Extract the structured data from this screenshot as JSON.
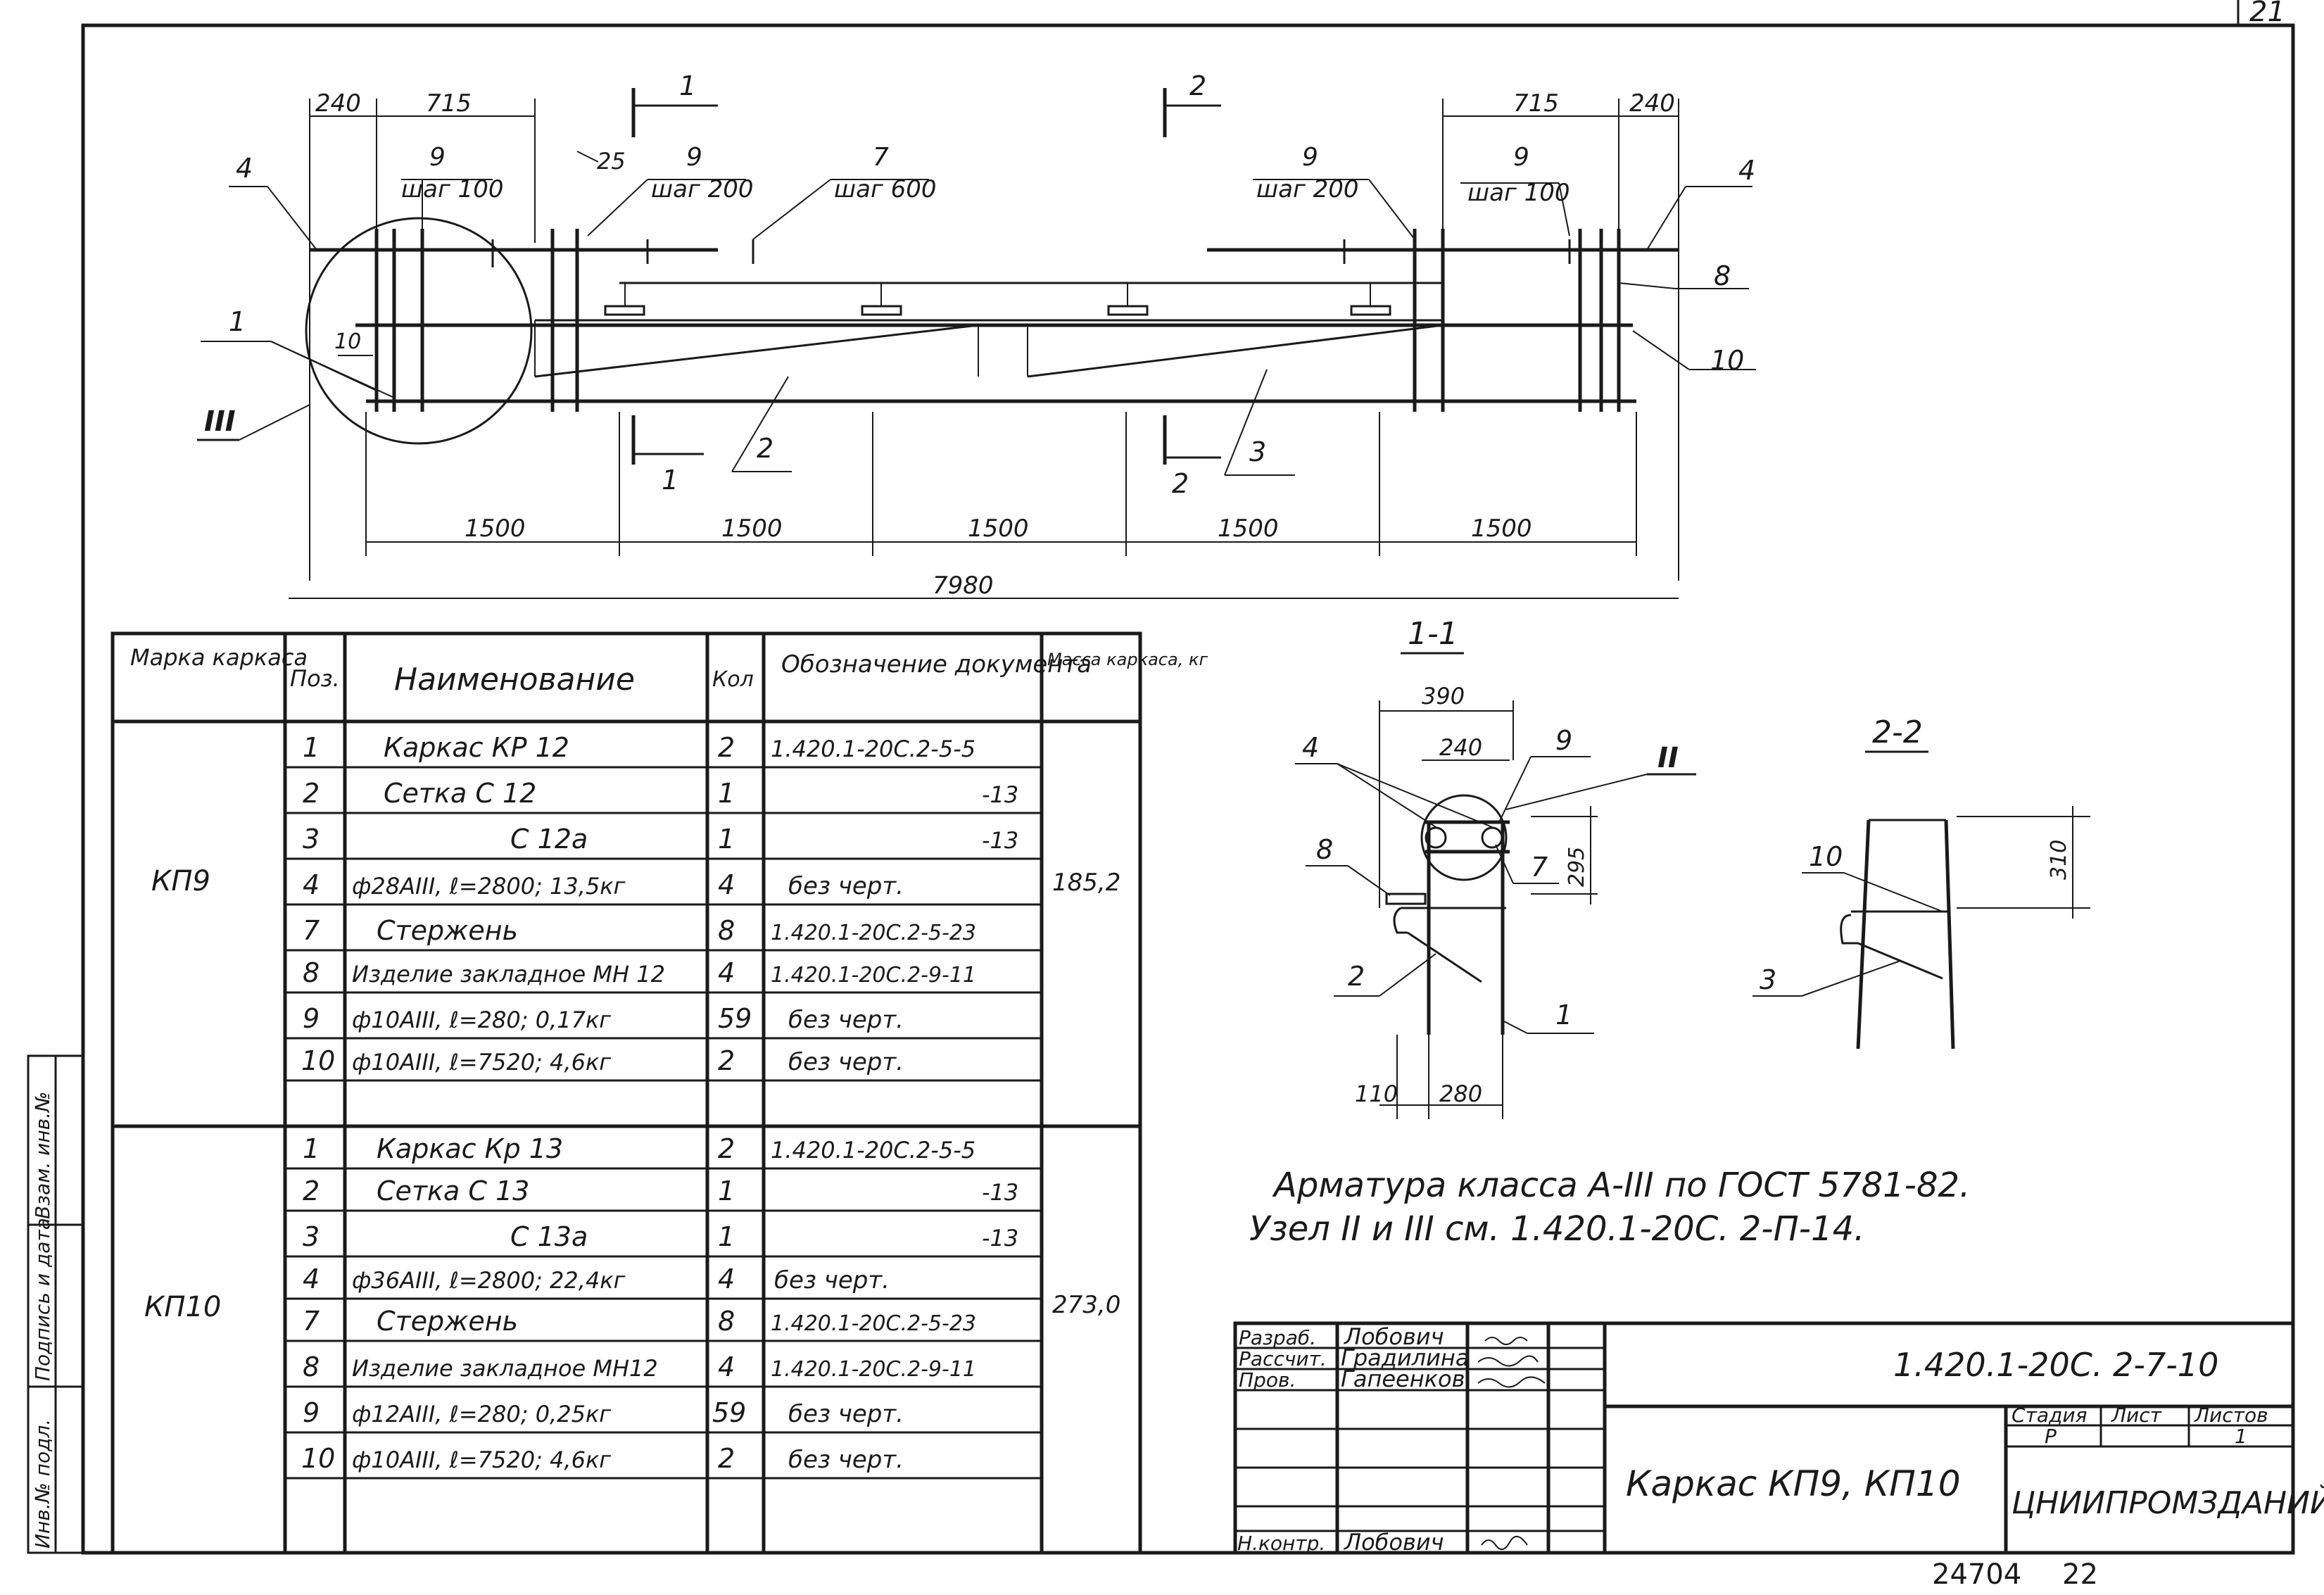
{
  "sheet": {
    "number": "21",
    "bottom_stamp": "24704",
    "bottom_stamp_page": "22"
  },
  "plan": {
    "dims_top_left": [
      "240",
      "715"
    ],
    "dims_top_right": [
      "715",
      "240"
    ],
    "dim_25": "25",
    "dim_10": "10",
    "spans": [
      "1500",
      "1500",
      "1500",
      "1500",
      "1500"
    ],
    "total": "7980",
    "callouts": [
      {
        "num": "9",
        "text": "шаг 100"
      },
      {
        "num": "9",
        "text": "шаг 200"
      },
      {
        "num": "7",
        "text": "шаг 600"
      },
      {
        "num": "9",
        "text": "шаг 200"
      },
      {
        "num": "9",
        "text": "шаг 100"
      }
    ],
    "pos_labels": {
      "p4l": "4",
      "p4r": "4",
      "p1": "1",
      "p8": "8",
      "p10": "10",
      "p2": "2",
      "p3": "3",
      "node3": "III"
    },
    "section_marks": {
      "s1": "1",
      "s2": "2"
    }
  },
  "section_1_1": {
    "title": "1-1",
    "dim_390": "390",
    "dim_240": "240",
    "dim_295": "295",
    "dim_110": "110",
    "dim_280": "280",
    "labels": {
      "p4": "4",
      "p9": "9",
      "node2": "II",
      "p8": "8",
      "p7": "7",
      "p2": "2",
      "p1": "1"
    }
  },
  "section_2_2": {
    "title": "2-2",
    "dim_310": "310",
    "labels": {
      "p10": "10",
      "p3": "3"
    }
  },
  "notes": [
    "Арматура класса А-III по ГОСТ 5781-82.",
    "Узел II и III см. 1.420.1-20С. 2-П-14."
  ],
  "spec_table": {
    "headers": {
      "mark": "Марка каркаса",
      "pos": "Поз.",
      "name": "Наименование",
      "qty": "Кол",
      "doc": "Обозначение документа",
      "mass": "Масса каркаса, кг"
    },
    "groups": [
      {
        "mark": "КП9",
        "mass": "185,2",
        "rows": [
          {
            "pos": "1",
            "name": "Каркас КР 12",
            "qty": "2",
            "doc": "1.420.1-20С.2-5-5"
          },
          {
            "pos": "2",
            "name": "Сетка С 12",
            "qty": "1",
            "doc": "-13"
          },
          {
            "pos": "3",
            "name": "С 12а",
            "qty": "1",
            "doc": "-13"
          },
          {
            "pos": "4",
            "name": "ф28АIII, ℓ=2800; 13,5кг",
            "qty": "4",
            "doc": "без черт."
          },
          {
            "pos": "7",
            "name": "Стержень",
            "qty": "8",
            "doc": "1.420.1-20С.2-5-23"
          },
          {
            "pos": "8",
            "name": "Изделие закладное МН 12",
            "qty": "4",
            "doc": "1.420.1-20С.2-9-11"
          },
          {
            "pos": "9",
            "name": "ф10АIII, ℓ=280; 0,17кг",
            "qty": "59",
            "doc": "без черт."
          },
          {
            "pos": "10",
            "name": "ф10АIII, ℓ=7520; 4,6кг",
            "qty": "2",
            "doc": "без черт."
          },
          {
            "pos": "",
            "name": "",
            "qty": "",
            "doc": ""
          }
        ]
      },
      {
        "mark": "КП10",
        "mass": "273,0",
        "rows": [
          {
            "pos": "1",
            "name": "Каркас Кр 13",
            "qty": "2",
            "doc": "1.420.1-20С.2-5-5"
          },
          {
            "pos": "2",
            "name": "Сетка С 13",
            "qty": "1",
            "doc": "-13"
          },
          {
            "pos": "3",
            "name": "С 13а",
            "qty": "1",
            "doc": "-13"
          },
          {
            "pos": "4",
            "name": "ф36АIII, ℓ=2800; 22,4кг",
            "qty": "4",
            "doc": "без черт."
          },
          {
            "pos": "7",
            "name": "Стержень",
            "qty": "8",
            "doc": "1.420.1-20С.2-5-23"
          },
          {
            "pos": "8",
            "name": "Изделие закладное МН12",
            "qty": "4",
            "doc": "1.420.1-20С.2-9-11"
          },
          {
            "pos": "9",
            "name": "ф12АIII, ℓ=280; 0,25кг",
            "qty": "59",
            "doc": "без черт."
          },
          {
            "pos": "10",
            "name": "ф10АIII, ℓ=7520; 4,6кг",
            "qty": "2",
            "doc": "без черт."
          },
          {
            "pos": "",
            "name": "",
            "qty": "",
            "doc": ""
          }
        ]
      }
    ]
  },
  "side_stamp": [
    "Инв.№ подл.",
    "Подпись и дата",
    "Взам. инв.№"
  ],
  "title_block": {
    "code": "1.420.1-20С. 2-7-10",
    "title": "Каркас КП9, КП10",
    "org": "ЦНИИПРОМЗДАНИЙ",
    "stage_h": "Стадия",
    "sheet_h": "Лист",
    "sheets_h": "Листов",
    "stage": "Р",
    "sheets": "1",
    "people": [
      {
        "role": "Разраб.",
        "name": "Лобович"
      },
      {
        "role": "Рассчит.",
        "name": "Градилина"
      },
      {
        "role": "Пров.",
        "name": "Гапеенков"
      },
      {
        "role": "Н.контр.",
        "name": "Лобович"
      }
    ]
  }
}
